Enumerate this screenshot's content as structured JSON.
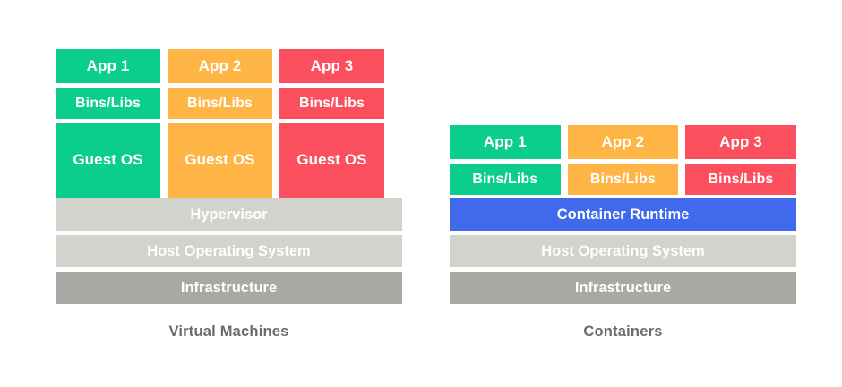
{
  "palette": {
    "green": "#0bcd8d",
    "orange": "#ffb545",
    "red": "#fb4f5e",
    "blue": "#4169ec",
    "gray_light": "#d1d3cd",
    "gray_dark": "#a8a9a4",
    "caption_text": "#6d6b66",
    "box_text": "#ffffff",
    "background": "#ffffff"
  },
  "virtual_machines": {
    "caption": "Virtual Machines",
    "columns": [
      {
        "app": "App 1",
        "bins": "Bins/Libs",
        "guest_os": "Guest OS",
        "color": "green"
      },
      {
        "app": "App 2",
        "bins": "Bins/Libs",
        "guest_os": "Guest OS",
        "color": "orange"
      },
      {
        "app": "App 3",
        "bins": "Bins/Libs",
        "guest_os": "Guest OS",
        "color": "red"
      }
    ],
    "hypervisor": "Hypervisor",
    "host_os": "Host Operating System",
    "infrastructure": "Infrastructure"
  },
  "containers": {
    "caption": "Containers",
    "columns": [
      {
        "app": "App 1",
        "bins": "Bins/Libs",
        "color": "green"
      },
      {
        "app": "App 2",
        "bins": "Bins/Libs",
        "color": "orange"
      },
      {
        "app": "App 3",
        "bins": "Bins/Libs",
        "color": "red"
      }
    ],
    "container_runtime": "Container Runtime",
    "host_os": "Host Operating System",
    "infrastructure": "Infrastructure"
  }
}
